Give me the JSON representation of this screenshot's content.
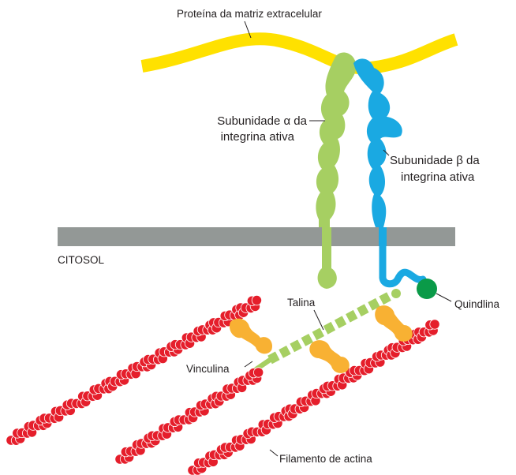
{
  "labels": {
    "ecm_protein": "Proteína da matriz extracelular",
    "alpha_line1": "Subunidade α da",
    "alpha_line2": "integrina ativa",
    "beta_line1": "Subunidade β da",
    "beta_line2": "integrina ativa",
    "cytosol": "CITOSOL",
    "talin": "Talina",
    "kindlin": "Quindlina",
    "vinculin": "Vinculina",
    "actin": "Filamento de actina"
  },
  "colors": {
    "ecm_protein": "#ffe100",
    "alpha_subunit": "#a6cf62",
    "beta_subunit": "#1aa9e2",
    "membrane": "#939896",
    "kindlin": "#0a9a48",
    "vinculin": "#f8b133",
    "actin": "#e51e2b"
  }
}
